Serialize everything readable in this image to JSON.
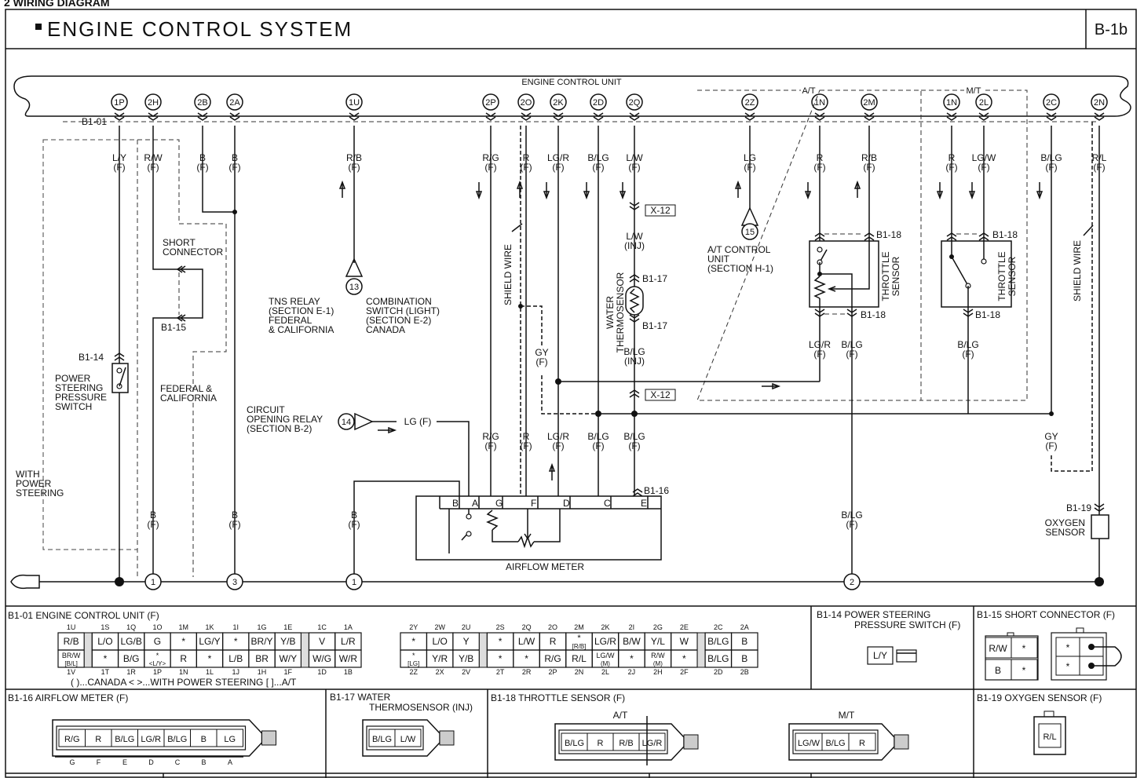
{
  "header": {
    "section": "2  WIRING DIAGRAM",
    "title": "ENGINE CONTROL SYSTEM",
    "page_code": "B-1b"
  },
  "ecu": {
    "label": "ENGINE CONTROL UNIT",
    "connector": "B1-01",
    "pins": [
      {
        "id": "1P",
        "color": "L/Y",
        "spec": "(F)",
        "arrow": ""
      },
      {
        "id": "2H",
        "color": "R/W",
        "spec": "(F)",
        "arrow": ""
      },
      {
        "id": "2B",
        "color": "B",
        "spec": "(F)",
        "arrow": ""
      },
      {
        "id": "2A",
        "color": "B",
        "spec": "(F)",
        "arrow": ""
      },
      {
        "id": "1U",
        "color": "R/B",
        "spec": "(F)",
        "arrow": "up"
      },
      {
        "id": "2P",
        "color": "R/G",
        "spec": "(F)",
        "arrow": "down"
      },
      {
        "id": "2O",
        "color": "R",
        "spec": "(F)",
        "arrow": "up"
      },
      {
        "id": "2K",
        "color": "LG/R",
        "spec": "(F)",
        "arrow": "down"
      },
      {
        "id": "2D",
        "color": "B/LG",
        "spec": "(F)",
        "arrow": "down"
      },
      {
        "id": "2Q",
        "color": "L/W",
        "spec": "(F)",
        "arrow": "down"
      },
      {
        "id": "2Z",
        "color": "LG",
        "spec": "(F)",
        "arrow": "up"
      },
      {
        "id": "1N",
        "color": "R",
        "spec": "(F)",
        "arrow": "down"
      },
      {
        "id": "2M",
        "color": "R/B",
        "spec": "(F)",
        "arrow": "up"
      },
      {
        "id": "1N",
        "color": "R",
        "spec": "(F)",
        "arrow": "down"
      },
      {
        "id": "2L",
        "color": "LG/W",
        "spec": "(F)",
        "arrow": "down"
      },
      {
        "id": "2C",
        "color": "B/LG",
        "spec": "(F)",
        "arrow": "down"
      },
      {
        "id": "2N",
        "color": "R/L",
        "spec": "(F)",
        "arrow": ""
      }
    ]
  },
  "groups": {
    "at": "A/T",
    "mt": "M/T"
  },
  "wires": [
    {
      "color": "LG/R",
      "spec": "(F)"
    },
    {
      "color": "B/LG",
      "spec": "(F)"
    },
    {
      "color": "B/LG",
      "spec": "(F)"
    },
    {
      "color": "R/G",
      "spec": "(F)"
    },
    {
      "color": "R",
      "spec": "(F)"
    },
    {
      "color": "LG/R",
      "spec": "(F)"
    },
    {
      "color": "B/LG",
      "spec": "(F)"
    },
    {
      "color": "B/LG",
      "spec": "(F)"
    },
    {
      "color": "GY",
      "spec": "(F)"
    },
    {
      "color": "GY",
      "spec": "(F)"
    },
    {
      "color": "B",
      "spec": "(F)"
    },
    {
      "color": "B",
      "spec": "(F)"
    },
    {
      "color": "B",
      "spec": "(F)"
    },
    {
      "color": "B/LG",
      "spec": "(F)"
    },
    {
      "color": "L/W",
      "spec": "(INJ)"
    },
    {
      "color": "B/LG",
      "spec": "(INJ)"
    }
  ],
  "labels": {
    "with_ps": [
      "WITH",
      "POWER",
      "STEERING"
    ],
    "short_connector": [
      "SHORT",
      "CONNECTOR"
    ],
    "b1_15": "B1-15",
    "b1_14": "B1-14",
    "ps_switch": [
      "POWER",
      "STEERING",
      "PRESSURE",
      "SWITCH"
    ],
    "fed_cal": [
      "FEDERAL &",
      "CALIFORNIA"
    ],
    "tns": [
      "TNS RELAY",
      "(SECTION E-1)",
      "FEDERAL",
      "& CALIFORNIA"
    ],
    "combo": [
      "COMBINATION",
      "SWITCH (LIGHT)",
      "(SECTION E-2)",
      "CANADA"
    ],
    "ref13": "13",
    "ref14": "14",
    "ref15": "15",
    "cor": [
      "CIRCUIT",
      "OPENING RELAY",
      "(SECTION B-2)"
    ],
    "lg_f": "LG (F)",
    "shield": "SHIELD WIRE",
    "x12": "X-12",
    "b1_17": "B1-17",
    "water": [
      "WATER",
      "THERMOSENSOR"
    ],
    "atcu": [
      "A/T CONTROL",
      "UNIT",
      "(SECTION H-1)"
    ],
    "b1_18": "B1-18",
    "throttle": [
      "THROTTLE",
      "SENSOR"
    ],
    "b1_16": "B1-16",
    "airflow": "AIRFLOW METER",
    "af_pins": [
      "B",
      "A",
      "G",
      "F",
      "D",
      "C",
      "E"
    ],
    "b1_19": "B1-19",
    "oxygen": [
      "OXYGEN",
      "SENSOR"
    ],
    "grounds": [
      "1",
      "3",
      "1",
      "2"
    ],
    "ground_symbol": "G"
  },
  "panels": {
    "b1_01": {
      "title": "B1-01 ENGINE CONTROL UNIT (F)",
      "legend": "( )...CANADA   < >...WITH POWER STEERING   [ ]...A/T",
      "left": [
        {
          "t": "1U",
          "b": "1V",
          "u": "R/B",
          "l": "BR/W",
          "l2": "[B/L]"
        },
        "H",
        {
          "t": "1S",
          "b": "1T",
          "u": "L/O",
          "l": "*"
        },
        {
          "t": "1Q",
          "b": "1R",
          "u": "LG/B",
          "l": "B/G"
        },
        {
          "t": "1O",
          "b": "1P",
          "u": "G",
          "l": "*",
          "l2": "<L/Y>"
        },
        {
          "t": "1M",
          "b": "1N",
          "u": "*",
          "l": "R"
        },
        {
          "t": "1K",
          "b": "1L",
          "u": "LG/Y",
          "l": "*"
        },
        {
          "t": "1I",
          "b": "1J",
          "u": "*",
          "l": "L/B"
        },
        {
          "t": "1G",
          "b": "1H",
          "u": "BR/Y",
          "l": "BR"
        },
        {
          "t": "1E",
          "b": "1F",
          "u": "Y/B",
          "l": "W/Y"
        },
        "H",
        {
          "t": "1C",
          "b": "1D",
          "u": "V",
          "l": "W/G"
        },
        {
          "t": "1A",
          "b": "1B",
          "u": "L/R",
          "l": "W/R"
        }
      ],
      "right": [
        {
          "t": "2Y",
          "b": "2Z",
          "u": "*",
          "l": "*",
          "l2": "[LG]"
        },
        {
          "t": "2W",
          "b": "2X",
          "u": "L/O",
          "l": "Y/R"
        },
        {
          "t": "2U",
          "b": "2V",
          "u": "Y",
          "l": "Y/B"
        },
        "H",
        {
          "t": "2S",
          "b": "2T",
          "u": "*",
          "l": "*"
        },
        {
          "t": "2Q",
          "b": "2R",
          "u": "L/W",
          "l": "*"
        },
        {
          "t": "2O",
          "b": "2P",
          "u": "R",
          "l": "R/G"
        },
        {
          "t": "2M",
          "b": "2N",
          "u": "*",
          "u2": "[R/B]",
          "l": "R/L"
        },
        {
          "t": "2K",
          "b": "2L",
          "u": "LG/R",
          "l": "LG/W",
          "l2": "(M)"
        },
        {
          "t": "2I",
          "b": "2J",
          "u": "B/W",
          "l": "*"
        },
        {
          "t": "2G",
          "b": "2H",
          "u": "Y/L",
          "l": "R/W",
          "l2": "(M)"
        },
        {
          "t": "2E",
          "b": "2F",
          "u": "W",
          "l": "*"
        },
        "H",
        {
          "t": "2C",
          "b": "2D",
          "u": "B/LG",
          "l": "B/LG"
        },
        {
          "t": "2A",
          "b": "2B",
          "u": "B",
          "l": "B"
        }
      ]
    },
    "b1_14": {
      "title": [
        "B1-14 POWER STEERING",
        "PRESSURE SWITCH (F)"
      ],
      "cells": [
        "L/Y"
      ]
    },
    "b1_15": {
      "title": "B1-15 SHORT CONNECTOR (F)",
      "cells": [
        "R/W",
        "*",
        "B",
        "*"
      ],
      "cells2": [
        "*",
        "*"
      ]
    },
    "b1_16": {
      "title": "B1-16 AIRFLOW METER (F)",
      "cells": [
        "R/G",
        "R",
        "B/LG",
        "LG/R",
        "B/LG",
        "B",
        "LG"
      ],
      "pins": [
        "G",
        "F",
        "E",
        "D",
        "C",
        "B",
        "A"
      ]
    },
    "b1_17": {
      "title": [
        "B1-17 WATER",
        "THERMOSENSOR (INJ)"
      ],
      "cells": [
        "B/LG",
        "L/W"
      ]
    },
    "b1_18": {
      "title": "B1-18 THROTTLE SENSOR (F)",
      "at": {
        "label": "A/T",
        "cells": [
          "B/LG",
          "R",
          "R/B",
          "LG/R"
        ]
      },
      "mt": {
        "label": "M/T",
        "cells": [
          "LG/W",
          "B/LG",
          "R"
        ]
      }
    },
    "b1_19": {
      "title": "B1-19 OXYGEN SENSOR (F)",
      "cells": [
        "R/L"
      ]
    }
  }
}
